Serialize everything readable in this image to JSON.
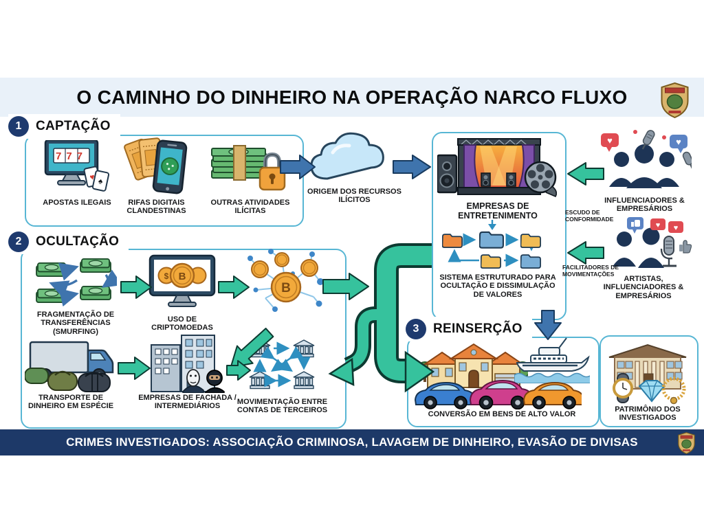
{
  "title": "O CAMINHO DO DINHEIRO NA OPERAÇÃO NARCO FLUXO",
  "footer": {
    "text": "CRIMES INVESTIGADOS: ASSOCIAÇÃO CRIMINOSA, LAVAGEM DE DINHEIRO, EVASÃO DE DIVISAS"
  },
  "colors": {
    "navy": "#1e3a6e",
    "footer_bg": "#1d3968",
    "band_bg": "#e9f1f9",
    "box_border": "#57b6d4",
    "teal_arrow": "#36c29d",
    "blue_arrow": "#3f74ad"
  },
  "sections": {
    "captacao": {
      "number": "1",
      "title": "CAPTAÇÃO",
      "items": [
        {
          "label": "APOSTAS ILEGAIS",
          "icon": "slot-machine-monitor-cards"
        },
        {
          "label": "RIFAS DIGITAIS CLANDESTINAS",
          "icon": "raffle-tickets-phone"
        },
        {
          "label": "OUTRAS ATIVIDADES ILÍCITAS",
          "icon": "cash-stack-padlock"
        }
      ]
    },
    "ocultacao": {
      "number": "2",
      "title": "OCULTAÇÃO",
      "items": [
        {
          "label": "FRAGMENTAÇÃO DE TRANSFERÊNCIAS (SMURFING)",
          "icon": "money-stacks-arrows"
        },
        {
          "label": "USO DE CRIPTOMOEDAS",
          "icon": "monitor-bitcoins"
        },
        {
          "label": "",
          "icon": "bitcoin-network"
        },
        {
          "label": "TRANSPORTE DE DINHEIRO EM ESPÉCIE",
          "icon": "truck-duffel-bags"
        },
        {
          "label": "EMPRESAS DE FACHADA / INTERMEDIÁRIOS",
          "icon": "buildings-masked-men"
        },
        {
          "label": "MOVIMENTAÇÃO ENTRE CONTAS DE TERCEIROS",
          "icon": "banks-crossed-arrows"
        }
      ]
    },
    "reinsercao": {
      "number": "3",
      "title": "REINSERÇÃO",
      "items": [
        {
          "label": "CONVERSÃO EM BENS DE ALTO VALOR",
          "icon": "mansion-yacht-sportscars"
        }
      ]
    }
  },
  "cloud": {
    "label": "ORIGEM DOS RECURSOS ILÍCITOS"
  },
  "entertainment": {
    "label": "EMPRESAS DE ENTRETENIMENTO",
    "system_label": "SISTEMA ESTRUTURADO PARA OCULTAÇÃO E DISSIMULAÇÃO DE VALORES"
  },
  "right_column": {
    "group1_label": "INFLUENCIADORES & EMPRESÁRIOS",
    "shield_label": "ESCUDO DE CONFORMIDADE",
    "facilitators_label": "FACILITADORES DE MOVIMENTAÇÕES",
    "group2_label": "ARTISTAS, INFLUENCIADORES & EMPRESÁRIOS"
  },
  "patrimony": {
    "label": "PATRIMÔNIO DOS INVESTIGADOS"
  },
  "icons": {
    "slot_digits": "777",
    "card_heart": "♥",
    "card_spade": "♠",
    "btc": "B",
    "usd": "$",
    "heart_bubble": "♥"
  }
}
